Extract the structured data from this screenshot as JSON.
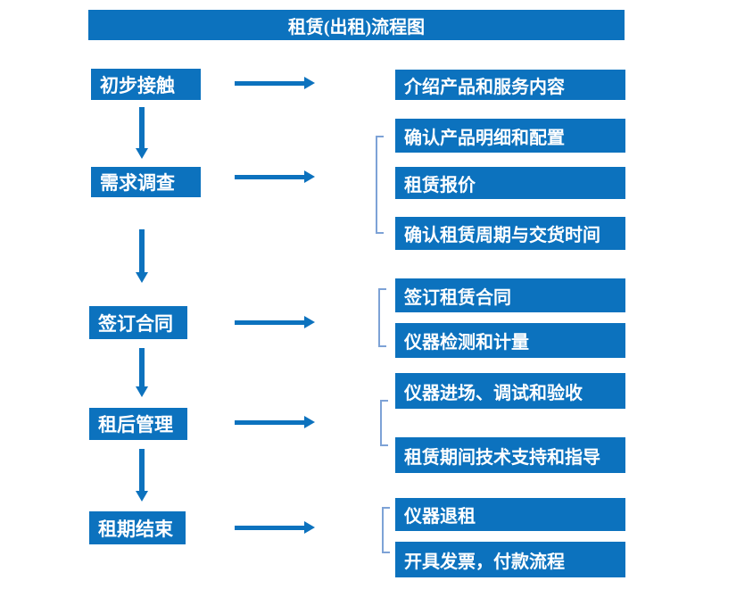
{
  "title": "租赁(出租)流程图",
  "colors": {
    "primary": "#0c72be",
    "bracket": "#7da2d6",
    "text": "#ffffff"
  },
  "steps": [
    {
      "label": "初步接触",
      "details": [
        "介绍产品和服务内容"
      ]
    },
    {
      "label": "需求调查",
      "details": [
        "确认产品明细和配置",
        "租赁报价",
        "确认租赁周期与交货时间"
      ]
    },
    {
      "label": "签订合同",
      "details": [
        "签订租赁合同",
        "仪器检测和计量"
      ]
    },
    {
      "label": "租后管理",
      "details": [
        "仪器进场、调试和验收",
        "租赁期间技术支持和指导"
      ]
    },
    {
      "label": "租期结束",
      "details": [
        "仪器退租",
        "开具发票，付款流程"
      ]
    }
  ]
}
